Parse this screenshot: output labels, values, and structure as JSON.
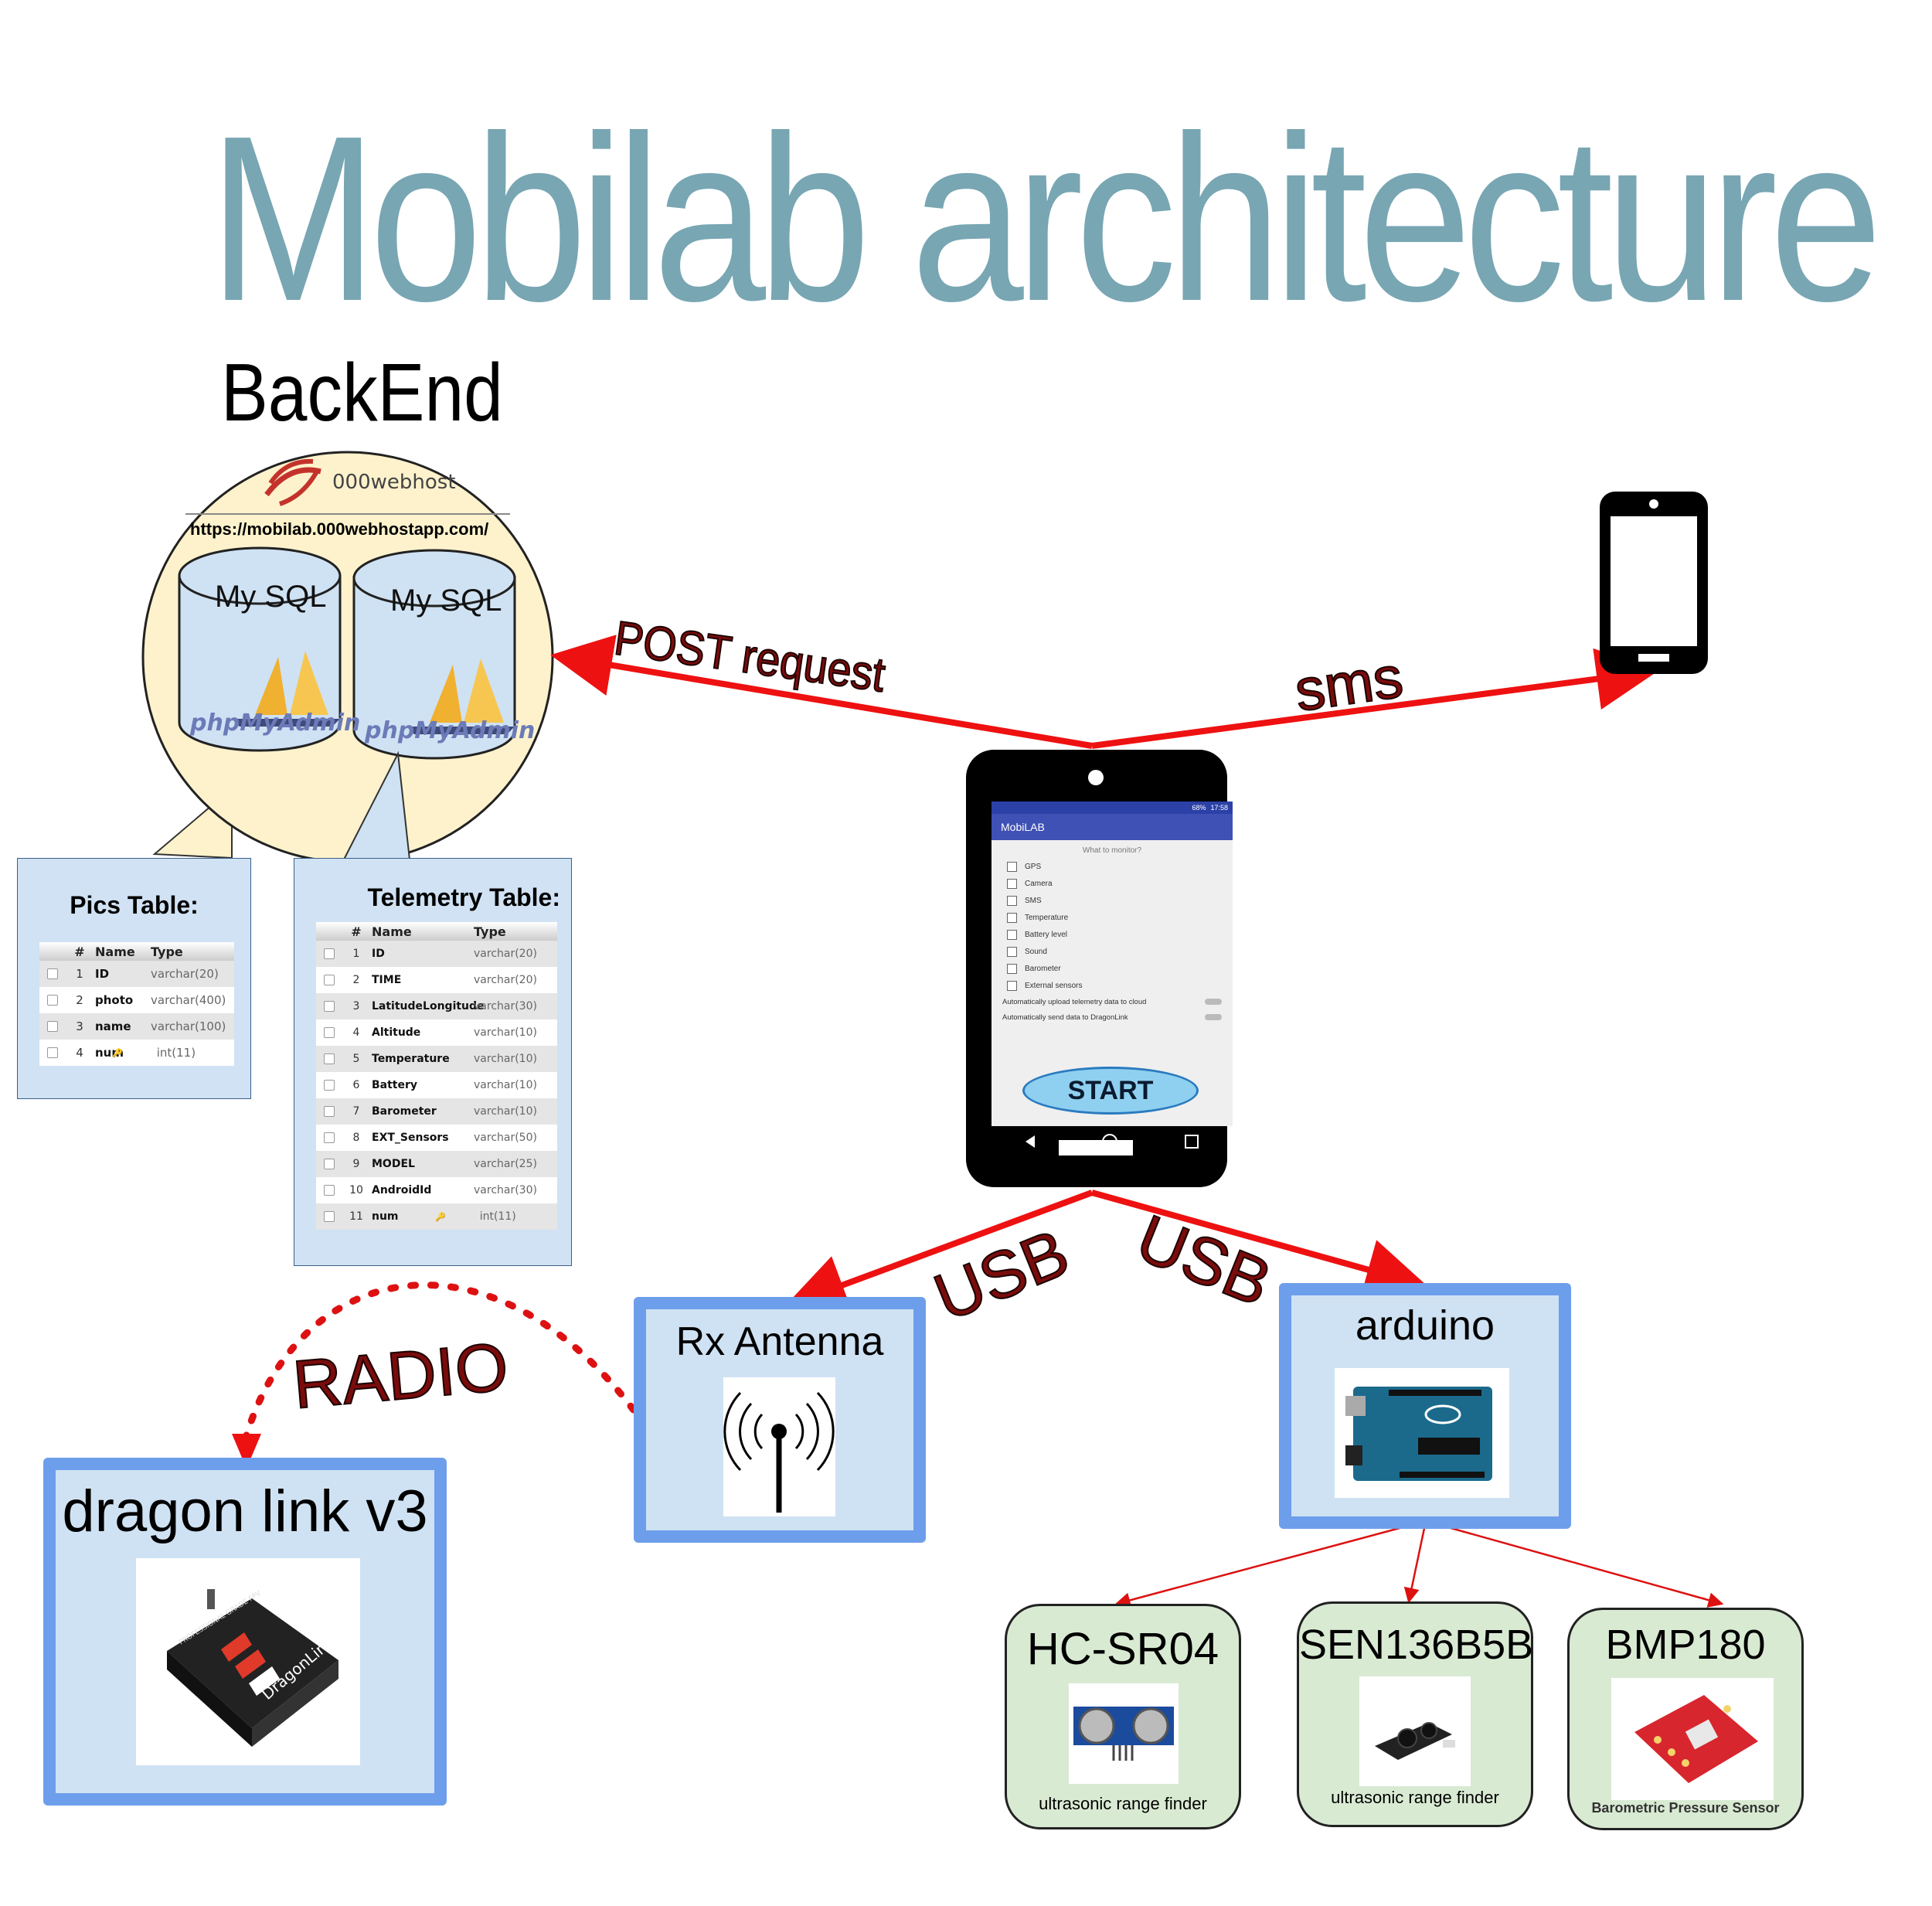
{
  "title": "Mobilab architecture",
  "backend": {
    "heading": "BackEnd",
    "host_brand": "000webhost",
    "host_url": "https://mobilab.000webhostapp.com/",
    "db1_label": "My SQL",
    "db2_label": "My SQL",
    "db_logo_text": "phpMyAdmin"
  },
  "edges": {
    "post_request": "POST request",
    "sms": "sms",
    "usb_left": "USB",
    "usb_right": "USB",
    "radio": "RADIO"
  },
  "pics_table": {
    "title": "Pics Table:",
    "headers": [
      "#",
      "Name",
      "Type"
    ],
    "rows": [
      [
        "1",
        "ID",
        "varchar(20)"
      ],
      [
        "2",
        "photo",
        "varchar(400)"
      ],
      [
        "3",
        "name",
        "varchar(100)"
      ],
      [
        "4",
        "num",
        "int(11)"
      ]
    ]
  },
  "telemetry_table": {
    "title": "Telemetry Table:",
    "headers": [
      "#",
      "Name",
      "Type"
    ],
    "rows": [
      [
        "1",
        "ID",
        "varchar(20)"
      ],
      [
        "2",
        "TIME",
        "varchar(20)"
      ],
      [
        "3",
        "LatitudeLongitude",
        "varchar(30)"
      ],
      [
        "4",
        "Altitude",
        "varchar(10)"
      ],
      [
        "5",
        "Temperature",
        "varchar(10)"
      ],
      [
        "6",
        "Battery",
        "varchar(10)"
      ],
      [
        "7",
        "Barometer",
        "varchar(10)"
      ],
      [
        "8",
        "EXT_Sensors",
        "varchar(50)"
      ],
      [
        "9",
        "MODEL",
        "varchar(25)"
      ],
      [
        "10",
        "AndroidId",
        "varchar(30)"
      ],
      [
        "11",
        "num",
        "int(11)"
      ]
    ]
  },
  "app": {
    "status_time": "17:58",
    "status_battery": "68%",
    "app_title": "MobiLAB",
    "question": "What to monitor?",
    "options": [
      "GPS",
      "Camera",
      "SMS",
      "Temperature",
      "Battery level",
      "Sound",
      "Barometer",
      "External sensors"
    ],
    "toggles": [
      "Automatically upload telemetry data to cloud",
      "Automatically send data to DragonLink"
    ],
    "start_label": "START"
  },
  "nodes": {
    "rx_antenna": "Rx Antenna",
    "arduino": "arduino",
    "dragon_link": "dragon link v3",
    "dragon_brand": "DragonLink",
    "dragon_side": "PROFESSIONAL GRADE FPV"
  },
  "sensors": [
    {
      "name": "HC-SR04",
      "caption": "ultrasonic range finder"
    },
    {
      "name": "SEN136B5B",
      "caption": "ultrasonic range finder"
    },
    {
      "name": "BMP180",
      "caption": "Barometric Pressure Sensor"
    }
  ],
  "colors": {
    "title": "#78a6b3",
    "arrow": "#ee1111",
    "label_red": "#7a0c0c",
    "node_fill": "#cfe2f3",
    "node_border": "#6d9eeb",
    "sensor_fill": "#d9ead3",
    "backend_fill": "#fdf2cc"
  },
  "icons": [
    "phone-icon",
    "antenna-icon",
    "arduino-board-image",
    "dragonlink-device-image",
    "sailboat-logo-icon",
    "swirl-logo-icon",
    "key-icon"
  ]
}
